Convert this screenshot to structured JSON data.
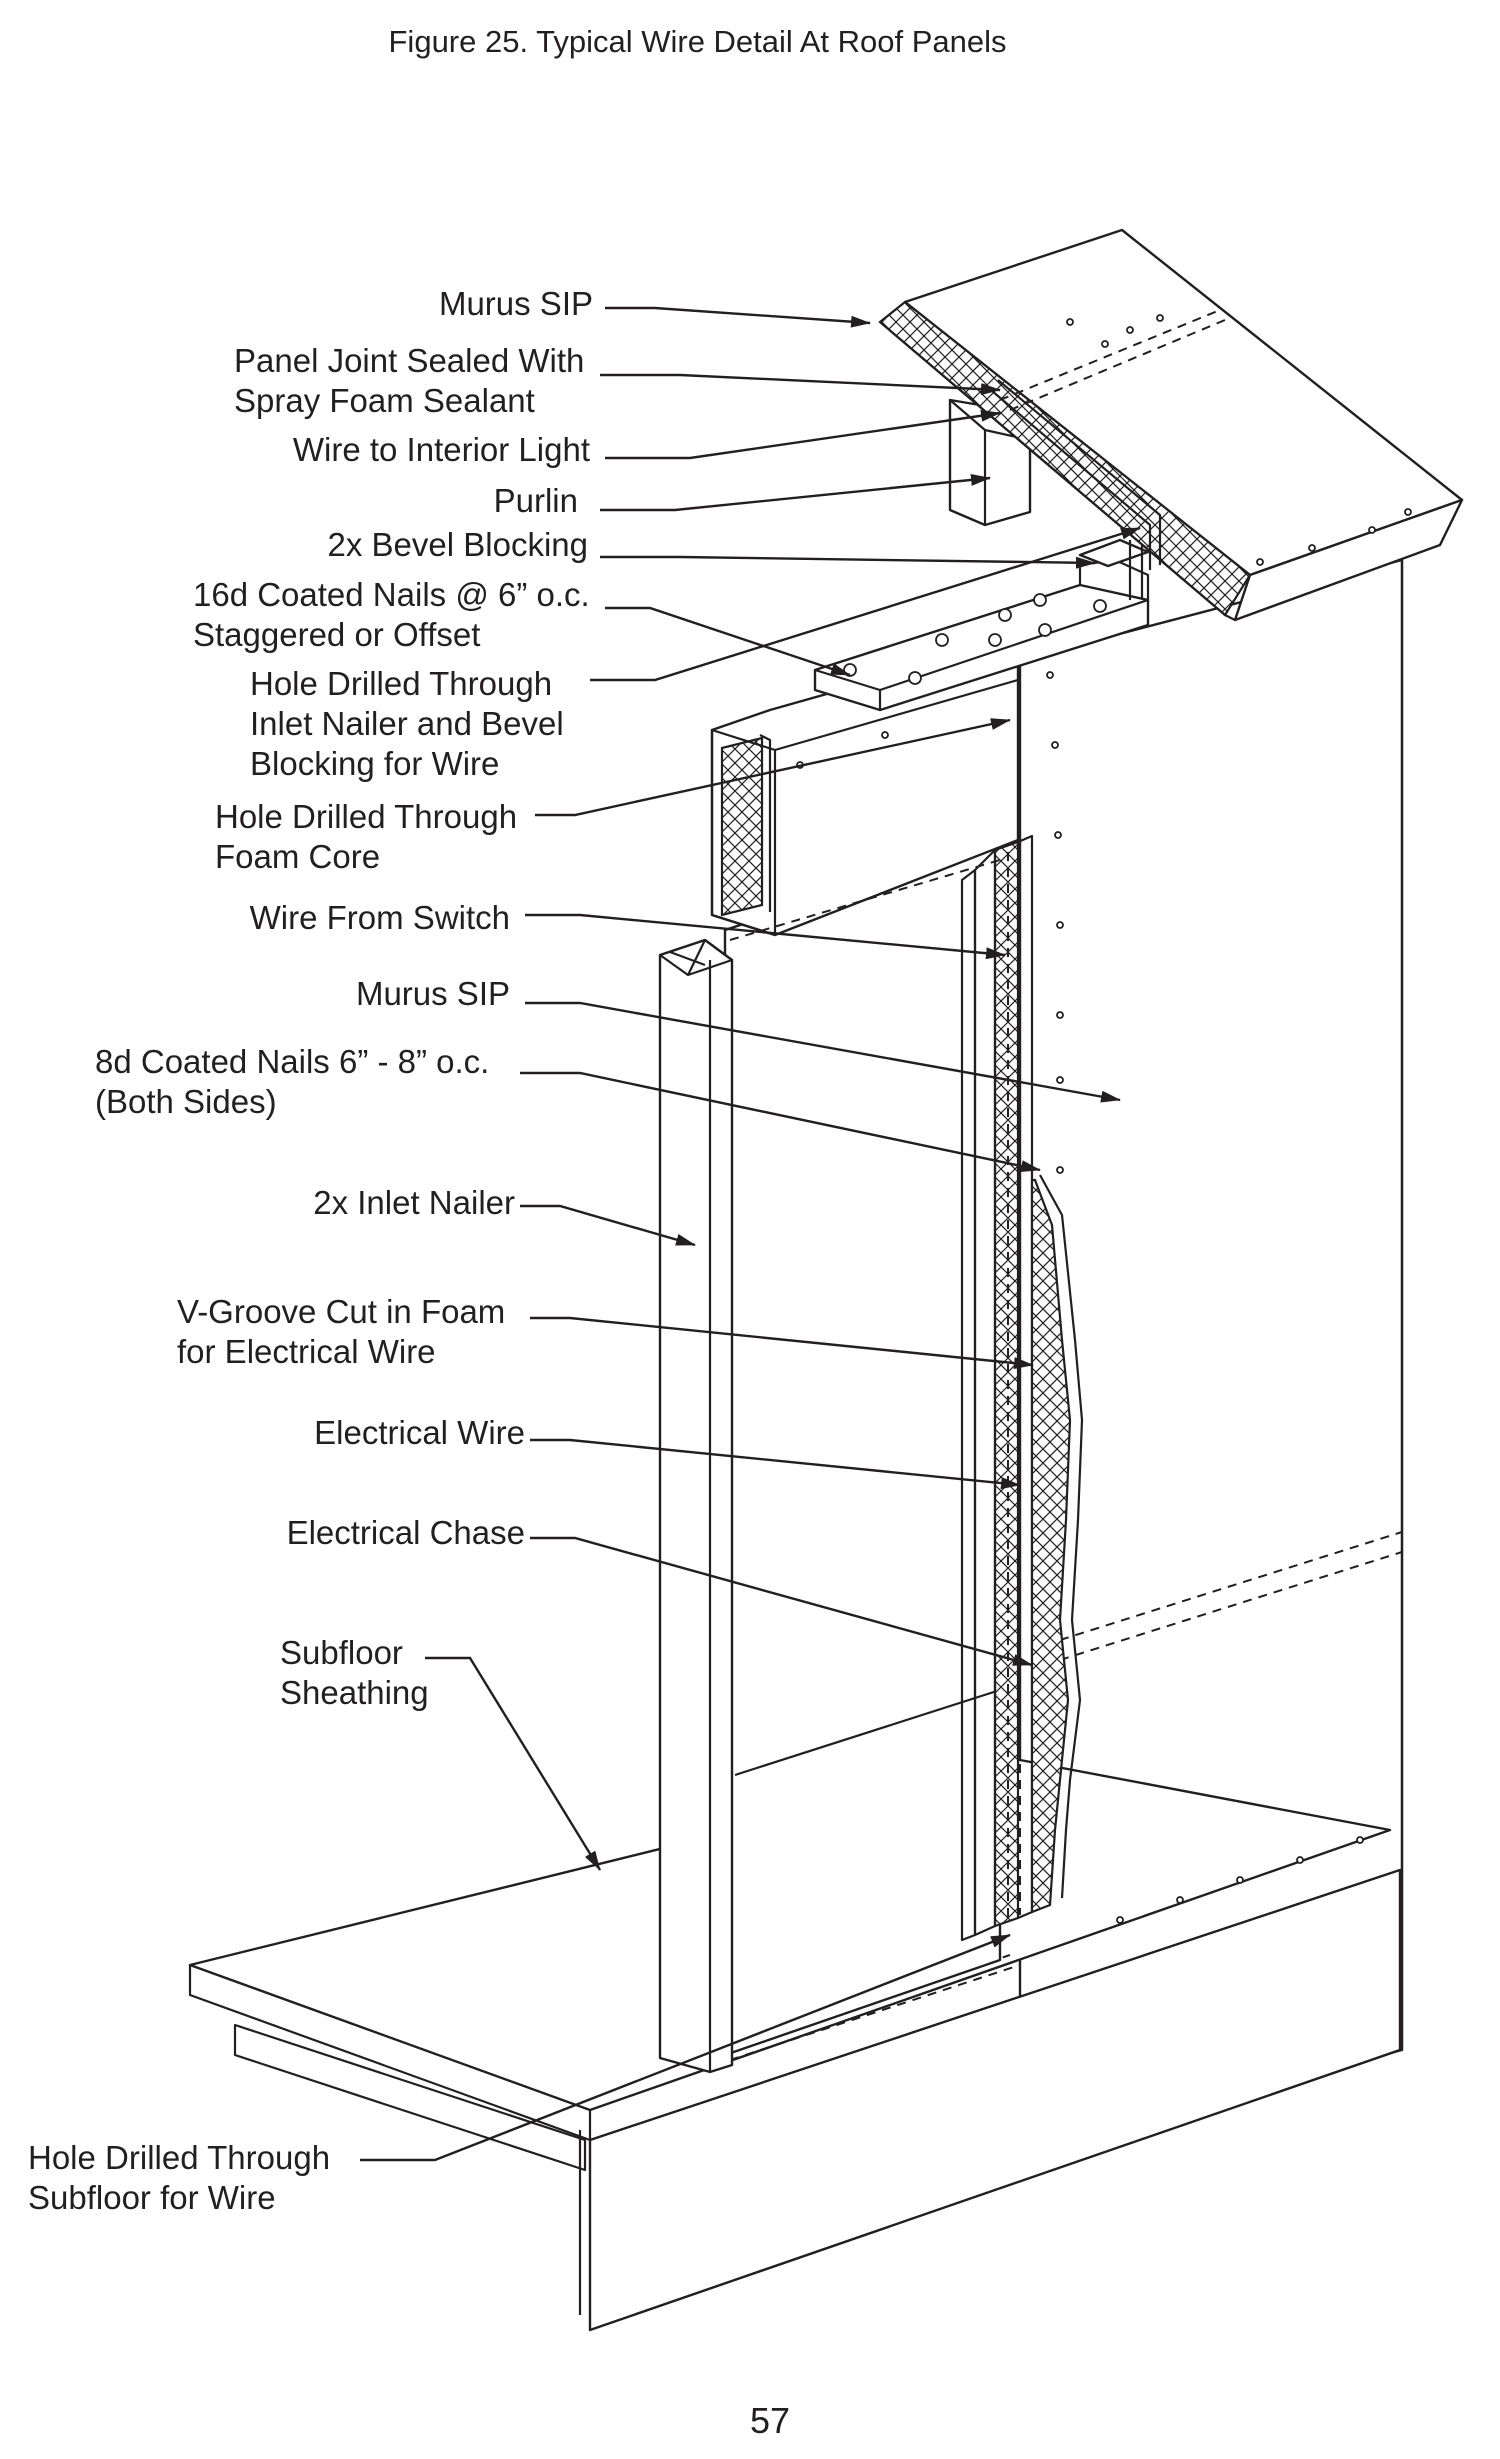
{
  "title": "Figure 25. Typical Wire Detail At Roof Panels",
  "page_number": "57",
  "callouts": [
    {
      "id": "murus-sip-roof",
      "lines": [
        "Murus SIP"
      ]
    },
    {
      "id": "panel-joint",
      "lines": [
        "Panel Joint Sealed With",
        "Spray Foam Sealant"
      ]
    },
    {
      "id": "wire-interior-light",
      "lines": [
        "Wire to Interior Light"
      ]
    },
    {
      "id": "purlin",
      "lines": [
        "Purlin"
      ]
    },
    {
      "id": "bevel-blocking",
      "lines": [
        "2x Bevel Blocking"
      ]
    },
    {
      "id": "coated-nails-16d",
      "lines": [
        "16d Coated Nails @ 6” o.c.",
        "Staggered or Offset"
      ]
    },
    {
      "id": "hole-inlet-nailer",
      "lines": [
        "Hole Drilled Through",
        "Inlet Nailer and Bevel",
        "Blocking for Wire"
      ]
    },
    {
      "id": "hole-foam-core",
      "lines": [
        "Hole Drilled Through",
        "Foam Core"
      ]
    },
    {
      "id": "wire-from-switch",
      "lines": [
        "Wire From Switch"
      ]
    },
    {
      "id": "murus-sip-wall",
      "lines": [
        "Murus SIP"
      ]
    },
    {
      "id": "coated-nails-8d",
      "lines": [
        "8d Coated Nails 6” - 8” o.c.",
        "(Both Sides)"
      ]
    },
    {
      "id": "inlet-nailer",
      "lines": [
        "2x Inlet Nailer"
      ]
    },
    {
      "id": "v-groove",
      "lines": [
        "V-Groove Cut in Foam",
        "for Electrical Wire"
      ]
    },
    {
      "id": "electrical-wire",
      "lines": [
        "Electrical Wire"
      ]
    },
    {
      "id": "electrical-chase",
      "lines": [
        "Electrical Chase"
      ]
    },
    {
      "id": "subfloor-sheathing",
      "lines": [
        "Subfloor",
        "Sheathing"
      ]
    },
    {
      "id": "hole-subfloor",
      "lines": [
        "Hole Drilled Through",
        "Subfloor for Wire"
      ]
    }
  ]
}
